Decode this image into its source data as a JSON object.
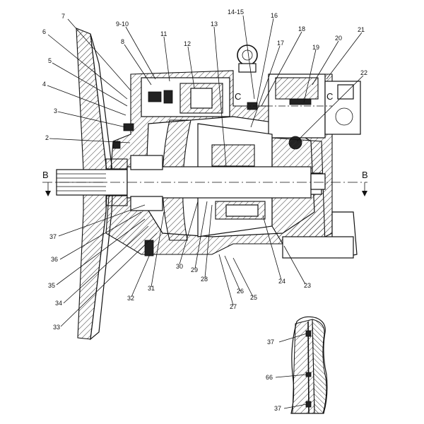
{
  "diagram": {
    "section_labels": [
      "B",
      "B",
      "C",
      "C"
    ],
    "callouts": {
      "c7": "7",
      "c6": "6",
      "c9_10": "9-10",
      "c8": "8",
      "c11": "11",
      "c12": "12",
      "c13": "13",
      "c14_15": "14-15",
      "c16": "16",
      "c17": "17",
      "c18": "18",
      "c19": "19",
      "c20": "20",
      "c21": "21",
      "c22": "22",
      "c5": "5",
      "c4": "4",
      "c3": "3",
      "c2": "2",
      "c37": "37",
      "c36": "36",
      "c35": "35",
      "c34": "34",
      "c33": "33",
      "c32": "32",
      "c31": "31",
      "c30": "30",
      "c29": "29",
      "c28": "28",
      "c27": "27",
      "c26": "26",
      "c25": "25",
      "c24": "24",
      "c23": "23"
    },
    "detail": {
      "c37_top": "37",
      "c66": "66",
      "c37_bottom": "37"
    }
  }
}
